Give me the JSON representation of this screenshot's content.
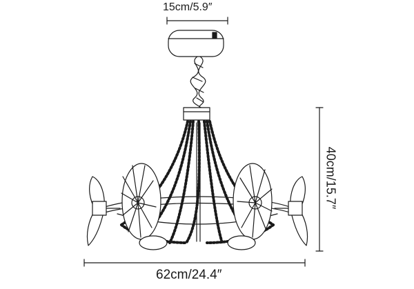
{
  "dimensions": {
    "top_width": "15cm/5.9″",
    "height": "40cm/15.7″",
    "overall_width": "62cm/24.4″"
  },
  "colors": {
    "line": "#1a1a1a",
    "background": "#ffffff"
  },
  "icons": [
    "chandelier-drawing"
  ]
}
